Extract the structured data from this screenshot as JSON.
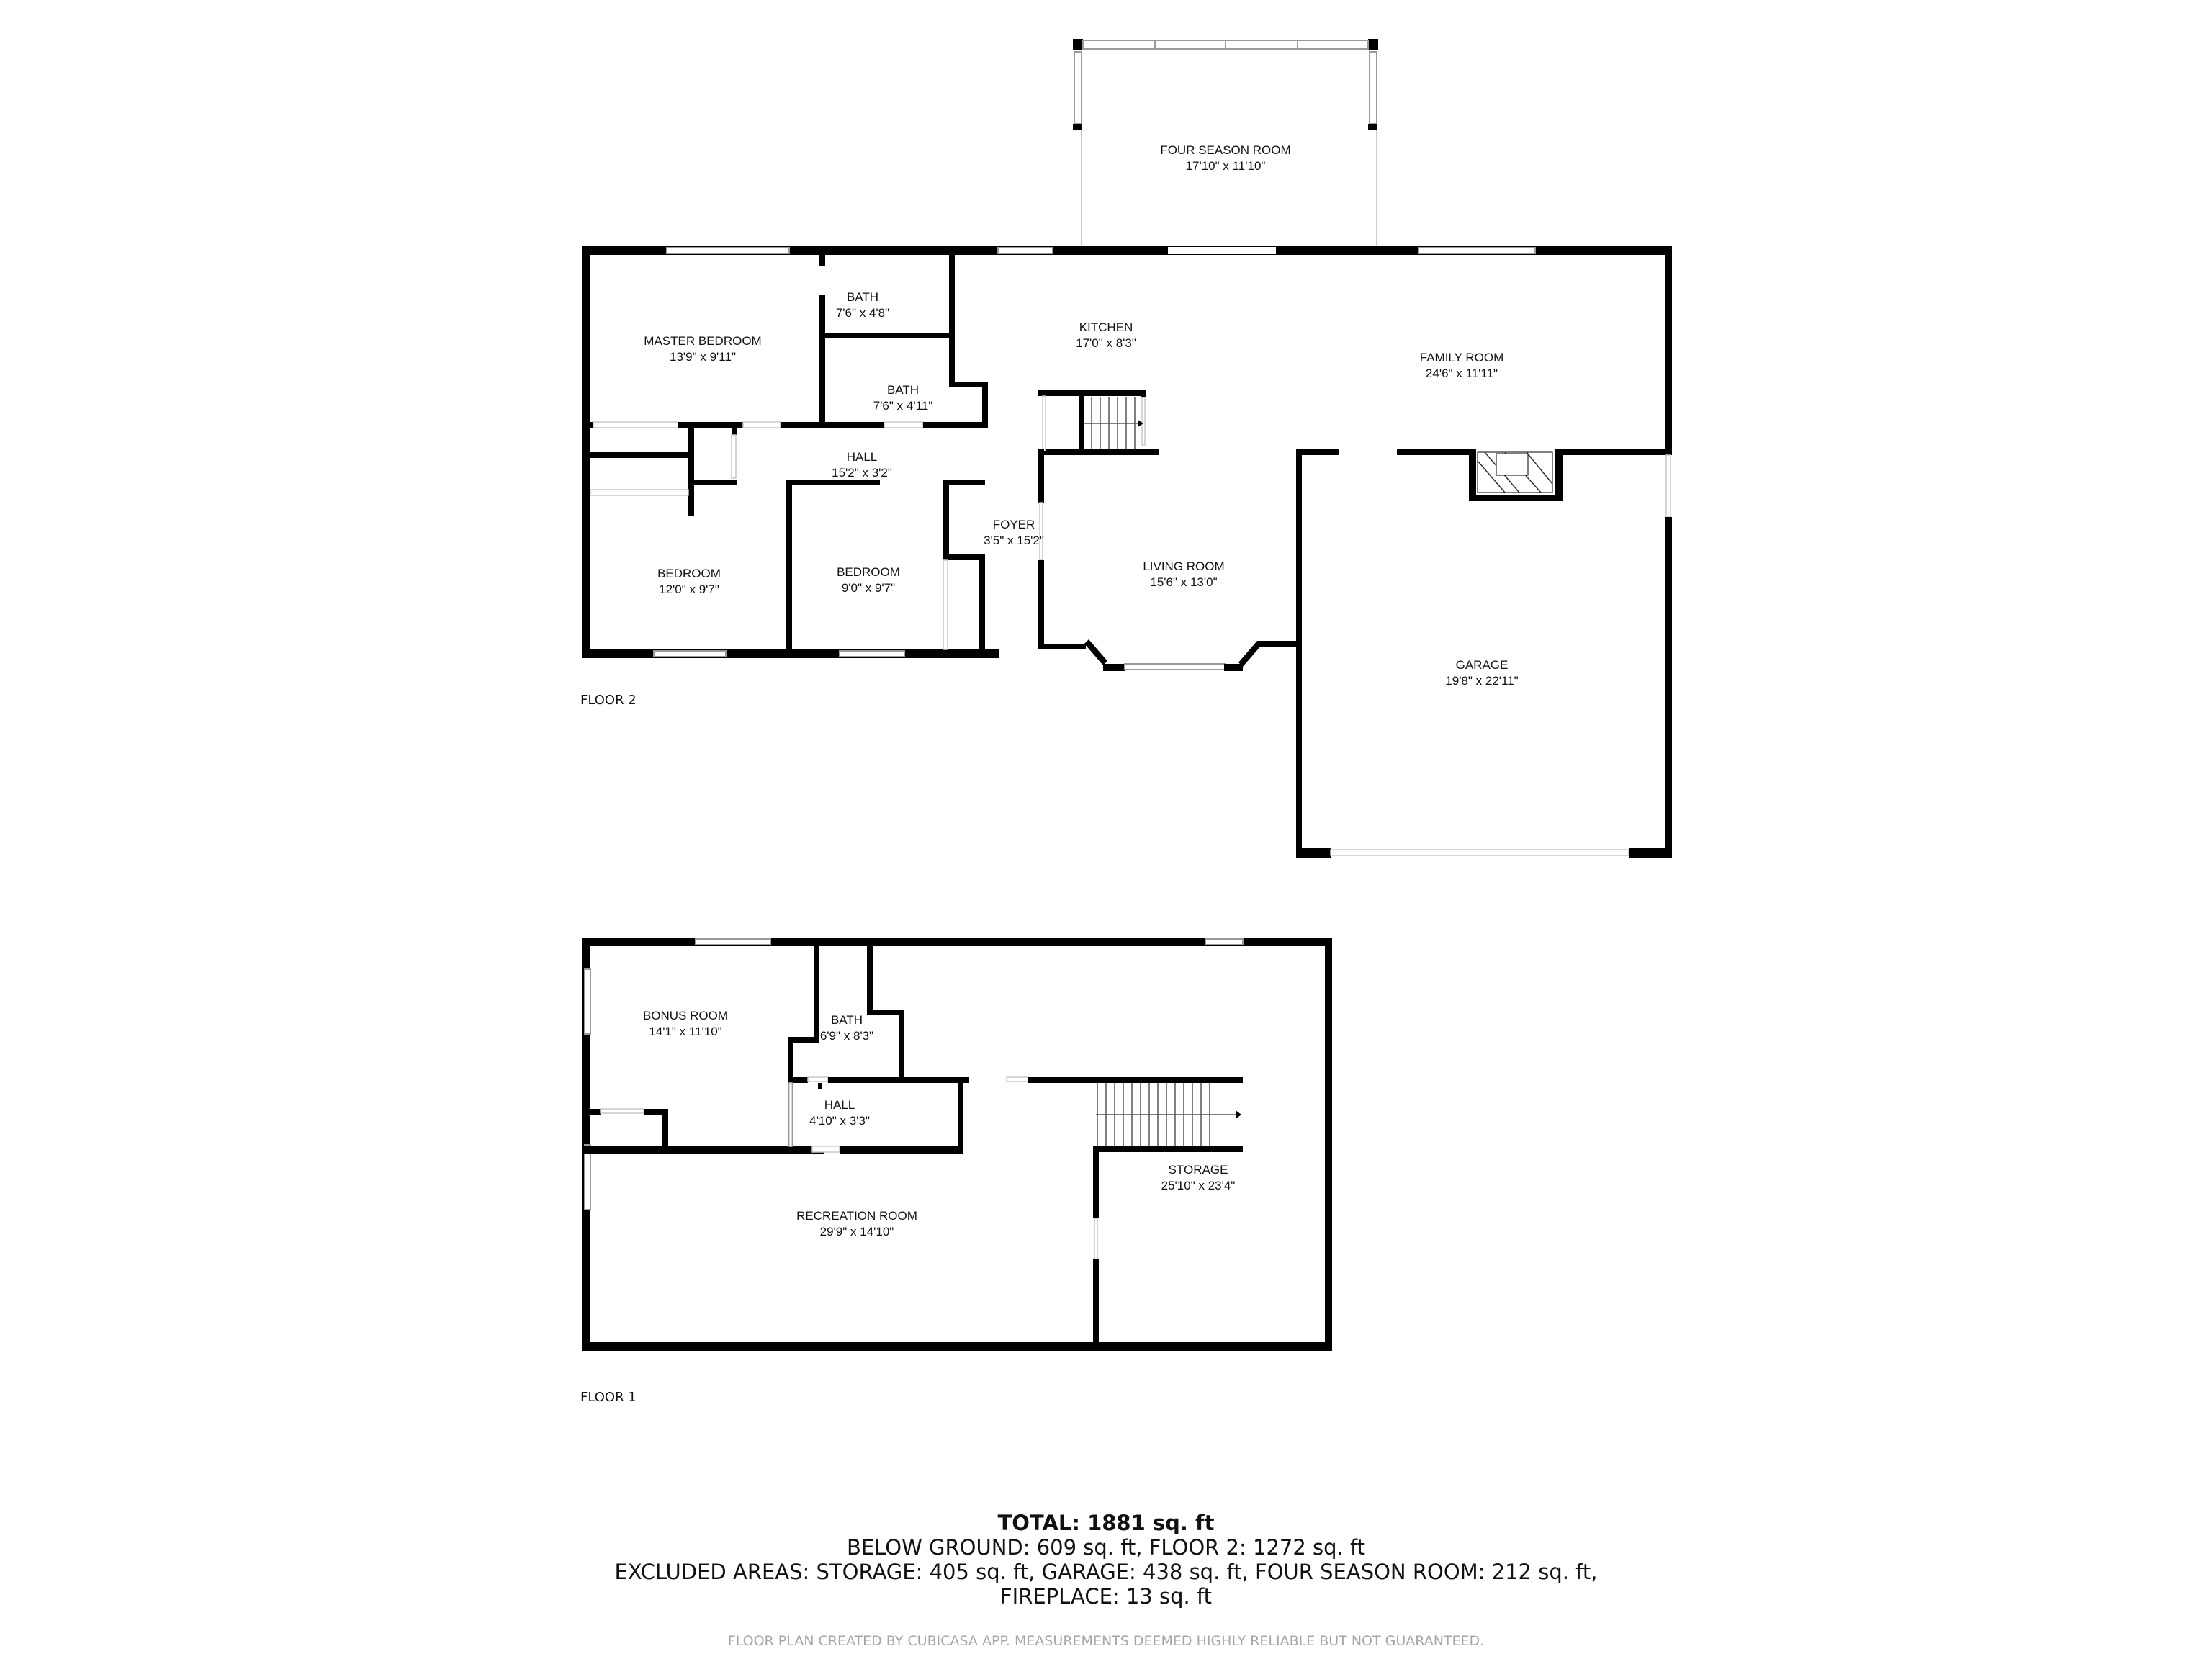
{
  "floors": [
    {
      "label": "FLOOR 2",
      "rooms": [
        {
          "name": "FOUR SEASON ROOM",
          "size": "17'10\" x 11'10\""
        },
        {
          "name": "MASTER BEDROOM",
          "size": "13'9\" x 9'11\""
        },
        {
          "name": "BATH",
          "size": "7'6\" x 4'8\""
        },
        {
          "name": "BATH",
          "size": "7'6\" x 4'11\""
        },
        {
          "name": "KITCHEN",
          "size": "17'0\" x 8'3\""
        },
        {
          "name": "FAMILY ROOM",
          "size": "24'6\" x 11'11\""
        },
        {
          "name": "HALL",
          "size": "15'2\" x 3'2\""
        },
        {
          "name": "FOYER",
          "size": "3'5\" x 15'2\""
        },
        {
          "name": "BEDROOM",
          "size": "12'0\" x 9'7\""
        },
        {
          "name": "BEDROOM",
          "size": "9'0\" x 9'7\""
        },
        {
          "name": "LIVING ROOM",
          "size": "15'6\" x 13'0\""
        },
        {
          "name": "GARAGE",
          "size": "19'8\" x 22'11\""
        }
      ]
    },
    {
      "label": "FLOOR 1",
      "rooms": [
        {
          "name": "BONUS ROOM",
          "size": "14'1\" x 11'10\""
        },
        {
          "name": "BATH",
          "size": "6'9\" x 8'3\""
        },
        {
          "name": "HALL",
          "size": "4'10\" x 3'3\""
        },
        {
          "name": "STORAGE",
          "size": "25'10\" x 23'4\""
        },
        {
          "name": "RECREATION ROOM",
          "size": "29'9\" x 14'10\""
        }
      ]
    }
  ],
  "summary": {
    "total": "TOTAL: 1881 sq. ft",
    "line1": "BELOW GROUND: 609 sq. ft, FLOOR 2: 1272 sq. ft",
    "line2": "EXCLUDED AREAS: STORAGE: 405 sq. ft, GARAGE: 438 sq. ft, FOUR SEASON ROOM: 212 sq. ft,",
    "line3": "FIREPLACE: 13 sq. ft"
  },
  "disclaimer": "FLOOR PLAN CREATED BY CUBICASA APP. MEASUREMENTS DEEMED HIGHLY RELIABLE BUT NOT GUARANTEED.",
  "colors": {
    "wall": "#000000",
    "background": "#ffffff",
    "disclaimer": "#a6a6a6"
  }
}
